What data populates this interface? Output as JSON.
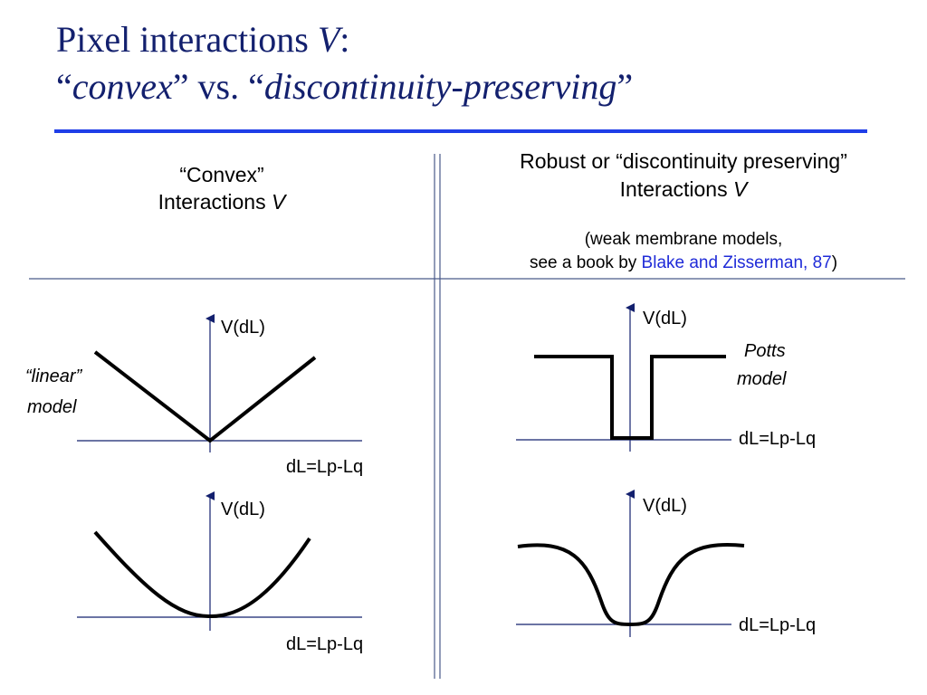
{
  "title": {
    "line1_text": "Pixel interactions ",
    "line1_var": "V",
    "line1_colon": ":",
    "line2_q1": "“",
    "line2_convex": "convex",
    "line2_q2": "” vs. “",
    "line2_dp": "discontinuity-preserving",
    "line2_q3": "”"
  },
  "left_column": {
    "heading_line1": "“Convex”",
    "heading_line2_text": "Interactions ",
    "heading_line2_var": "V"
  },
  "right_column": {
    "heading_line1": "Robust or “discontinuity preserving”",
    "heading_line2_text": "Interactions ",
    "heading_line2_var": "V",
    "note_line1": "(weak membrane models,",
    "note_line2_text": "see a book by ",
    "note_link": "Blake and Zisserman, 87",
    "note_close": ")"
  },
  "plots": {
    "linear": {
      "y_label": "V(dL)",
      "x_label": "dL=Lp-Lq",
      "model_line1": "“linear”",
      "model_line2": "model"
    },
    "quadratic": {
      "y_label": "V(dL)",
      "x_label": "dL=Lp-Lq"
    },
    "potts": {
      "y_label": "V(dL)",
      "x_label": "dL=Lp-Lq",
      "model_line1": "Potts",
      "model_line2": "model"
    },
    "smooth_truncated": {
      "y_label": "V(dL)",
      "x_label": "dL=Lp-Lq"
    }
  },
  "colors": {
    "title": "#13206e",
    "title_rule": "#1f3ee8",
    "axis": "#13206e",
    "divider": "#4a5a8a",
    "link": "#1f2bd8"
  }
}
